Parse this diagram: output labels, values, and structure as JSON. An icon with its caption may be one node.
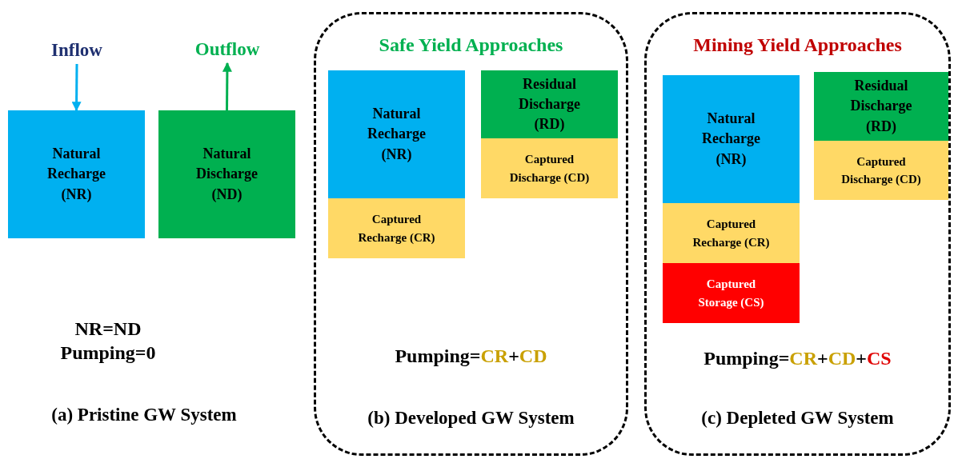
{
  "diagram": {
    "nodes": [
      {
        "text": [
          "Inflow"
        ]
      },
      {
        "text": [
          "Natural Recharge (NR)"
        ]
      },
      {
        "text": [
          "Outflow"
        ]
      },
      {
        "text": [
          "Natural Discharge (ND)"
        ]
      },
      {
        "text": [
          "Safe Yield Approaches",
          "Pumping=CR+CD",
          "(b) Developed GW System"
        ]
      },
      {
        "text": [
          "Natural Recharge (NR)"
        ],
        "in": 4
      },
      {
        "text": [
          "Captured Recharge (CR)"
        ],
        "in": 4
      },
      {
        "text": [
          "Residual Discharge (RD)"
        ],
        "in": 4
      },
      {
        "text": [
          "Captured Discharge (CD)"
        ],
        "in": 4
      },
      {
        "text": [
          "Mining Yield Approaches",
          "Pumping=CR+CD+CS",
          "(c) Depleted GW System"
        ]
      },
      {
        "text": [
          "Natural Recharge (NR)"
        ],
        "in": 9
      },
      {
        "text": [
          "Captured Recharge (CR)"
        ],
        "in": 9
      },
      {
        "text": [
          "Captured Storage (CS)"
        ],
        "in": 9
      },
      {
        "text": [
          "Residual Discharge (RD)"
        ],
        "in": 9
      },
      {
        "text": [
          "Captured Discharge (CD)"
        ],
        "in": 9
      }
    ],
    "edges": [
      {
        "from": 0,
        "to": 1,
        "arrow": "to",
        "color": "#00b0f0"
      },
      {
        "from": 3,
        "to": 2,
        "arrow": "to",
        "color": "#00b050"
      }
    ],
    "labels": [
      "NR=ND",
      "Pumping=0",
      "(a) Pristine GW System"
    ]
  }
}
